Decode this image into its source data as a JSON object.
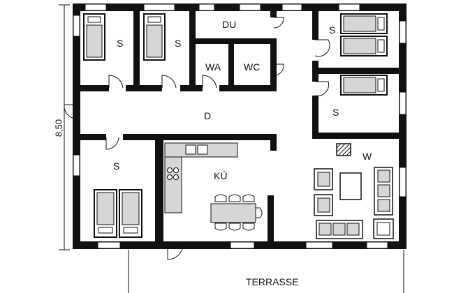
{
  "rooms": {
    "bedroom_top_left": "S",
    "bedroom_top_middle": "S",
    "shower": "DU",
    "washroom": "WA",
    "toilet": "WC",
    "bedroom_top_right": "S",
    "bedroom_right": "S",
    "hallway": "D",
    "bedroom_bottom_left": "S",
    "kitchen": "KÜ",
    "living_room": "W"
  },
  "dimension": "8,50",
  "terrace": "TERRASSE",
  "colors": {
    "wall": "#111111",
    "furniture_fill": "#d6d6d6",
    "window": "#ffffff"
  }
}
